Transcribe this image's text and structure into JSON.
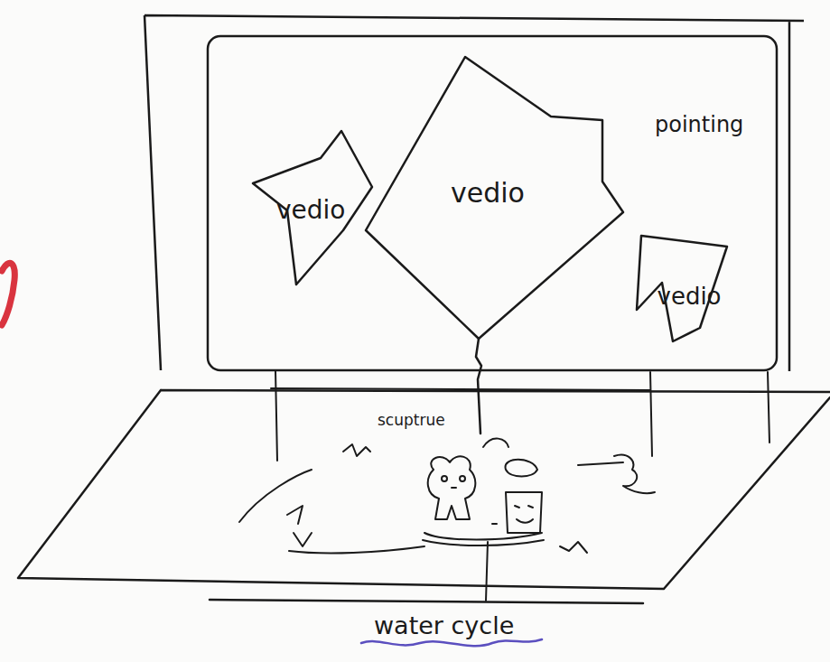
{
  "diagram": {
    "nodes": [
      {
        "text": [
          "pointing"
        ]
      },
      {
        "text": [
          "vedio"
        ],
        "in": 0
      },
      {
        "text": [
          "vedio"
        ],
        "in": 0
      },
      {
        "text": [
          "vedio"
        ],
        "in": 0
      }
    ],
    "labels": [
      "scuptrue",
      "water cycle"
    ]
  }
}
